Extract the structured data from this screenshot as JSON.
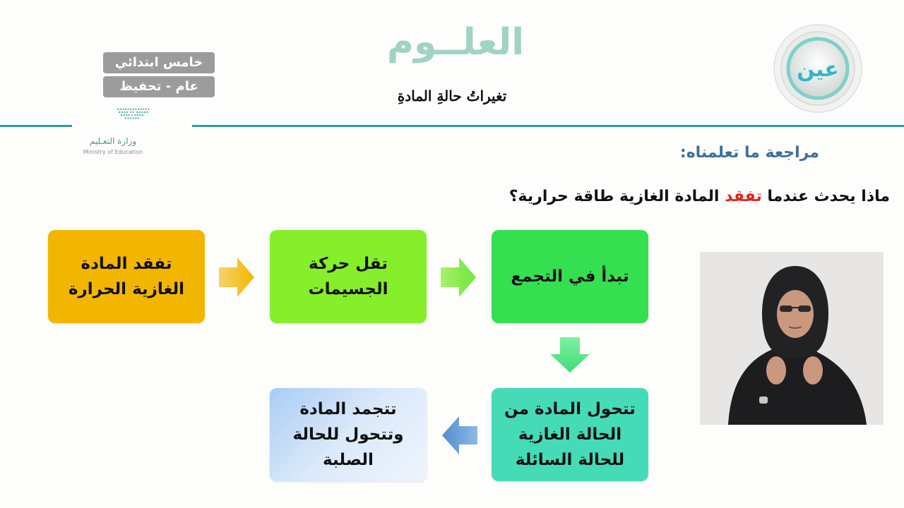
{
  "header": {
    "subject": "العلــوم",
    "lesson": "تغيراتُ حالةِ المادةِ",
    "grade_badge": "خامس ابتدائي",
    "track_badge": "عام - تحفيظ",
    "ministry_ar": "وزارة التعـليم",
    "ministry_en": "Ministry of Education",
    "channel_logo": "عين"
  },
  "content": {
    "review_heading": "مراجعة ما تعلمناه:",
    "question_before": "ماذا يحدث عندما ",
    "question_highlight": "تفقد",
    "question_after": " المادة الغازية طاقة حرارية؟"
  },
  "flow": {
    "step1": "تفقد المادة الغازية الحرارة",
    "step2": "تقل حركة الجسيمات",
    "step3": "تبدأ في التجمع",
    "step4": "تتحول المادة من الحالة الغازية للحالة السائلة",
    "step5": "تتجمد المادة وتتحول للحالة الصلبة"
  },
  "colors": {
    "step1": "#f3b600",
    "step2": "#86ee2a",
    "step3": "#35e050",
    "step4": "#45dbb7",
    "step5": "#a9ccf4",
    "highlight": "#e0261c",
    "divider": "#2e9e96"
  },
  "icons": [
    "ministry-logo-icon",
    "ain-channel-logo-icon",
    "arrow-right-icon",
    "arrow-down-icon",
    "arrow-left-icon"
  ]
}
